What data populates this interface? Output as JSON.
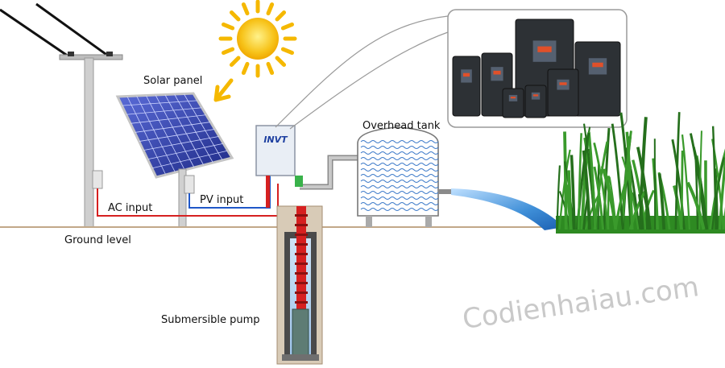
{
  "labels": {
    "solar_panel": "Solar panel",
    "overhead_tank": "Overhead tank",
    "ac_input": "AC input",
    "pv_input": "PV input",
    "ground_level": "Ground level",
    "submersible_pump": "Submersible pump"
  },
  "brand": {
    "logo": "INVT"
  },
  "watermark": "Codienhaiau.com",
  "colors": {
    "ac_wire": "#d62020",
    "pv_wire": "#1f57c8",
    "water": "#3f8fd8",
    "sun": "#f7c31a",
    "panel": "#2f3d9c",
    "grass": "#2e8a22",
    "ground": "#b89a7a"
  }
}
